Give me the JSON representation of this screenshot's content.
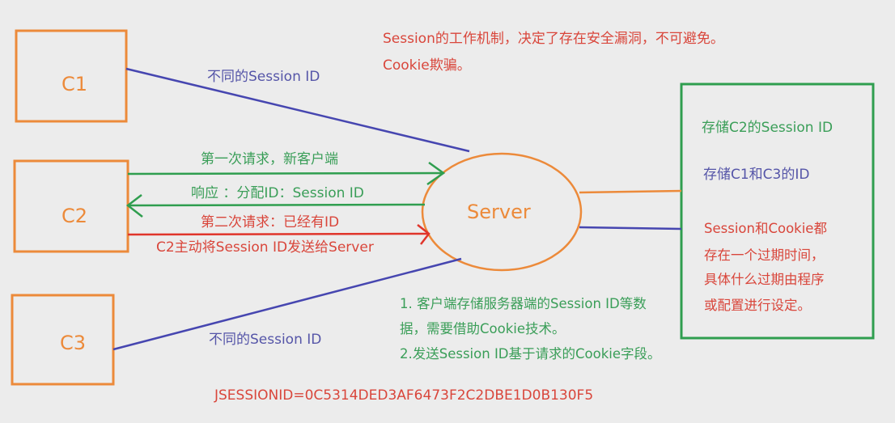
{
  "colors": {
    "orange": "#ec8a3a",
    "blue": "#4646b0",
    "green": "#2f9e4f",
    "red": "#e0352b",
    "background": "#ececec"
  },
  "clients": [
    {
      "label": "C1"
    },
    {
      "label": "C2"
    },
    {
      "label": "C3"
    }
  ],
  "server": {
    "label": "Server"
  },
  "top_note": {
    "line1": "Session的工作机制，决定了存在安全漏洞，不可避免。",
    "line2": "Cookie欺骗。"
  },
  "edges": {
    "c1_label": "不同的Session ID",
    "c3_label": "不同的Session ID",
    "first_request": "第一次请求，新客户端",
    "response": "响应 ：分配ID：Session ID",
    "second_request": "第二次请求：已经有ID",
    "c2_sends": "C2主动将Session ID发送给Server"
  },
  "storage_box": {
    "line_c2": "存储C2的Session ID",
    "line_c1c3": "存储C1和C3的ID",
    "expiry": [
      "Session和Cookie都",
      "存在一个过期时间，",
      "具体什么过期由程序",
      "或配置进行设定。"
    ]
  },
  "bottom_note": {
    "line1": "1. 客户端存储服务器端的Session ID等数",
    "line2": "据，需要借助Cookie技术。",
    "line3": "2.发送Session ID基于请求的Cookie字段。"
  },
  "jsessionid": "JSESSIONID=0C5314DED3AF6473F2C2DBE1D0B130F5"
}
